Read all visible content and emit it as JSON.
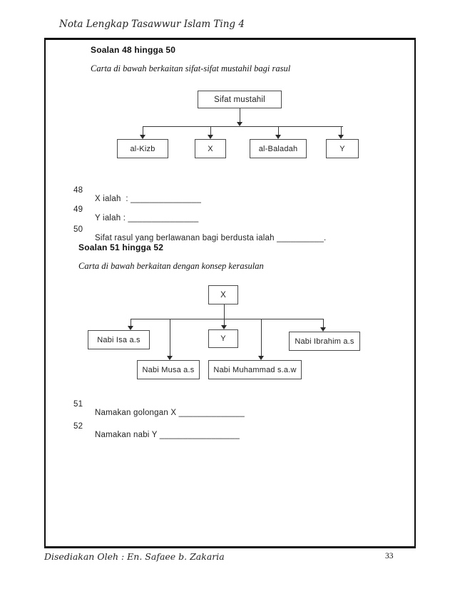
{
  "page": {
    "header_title": "Nota Lengkap Tasawwur Islam Ting 4",
    "footer_left": "Disediakan Oleh : En. Safaee b. Zakaria",
    "footer_page": "33"
  },
  "section1": {
    "heading": "Soalan 48 hingga 50",
    "caption": "Carta di bawah berkaitan sifat-sifat mustahil bagi rasul",
    "chart": {
      "type": "flowchart",
      "root": "Sifat mustahil",
      "children": [
        "al-Kizb",
        "X",
        "al-Baladah",
        "Y"
      ]
    },
    "questions": [
      {
        "num": "48",
        "text": "X ialah  : _______________"
      },
      {
        "num": "49",
        "text": "Y ialah : _______________"
      },
      {
        "num": "50",
        "text": "Sifat rasul yang berlawanan bagi berdusta ialah __________."
      }
    ]
  },
  "section2": {
    "heading": "Soalan 51 hingga 52",
    "caption": "Carta di bawah berkaitan dengan konsep kerasulan",
    "chart": {
      "type": "flowchart",
      "root": "X",
      "nodes": {
        "isa": "Nabi Isa a.s",
        "y": "Y",
        "ibrahim": "Nabi Ibrahim a.s",
        "musa": "Nabi Musa a.s",
        "muhammad": "Nabi Muhammad s.a.w"
      }
    },
    "questions": [
      {
        "num": "51",
        "text": "Namakan golongan X ______________"
      },
      {
        "num": "52",
        "text": "Namakan nabi Y _________________"
      }
    ]
  }
}
